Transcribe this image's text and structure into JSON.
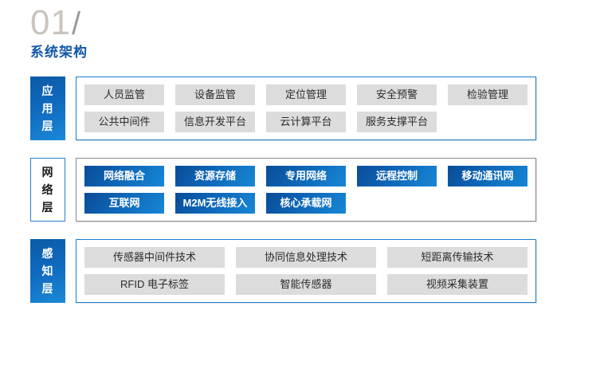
{
  "header": {
    "kicker_number": "01",
    "kicker_slash": "/",
    "title": "系统架构"
  },
  "colors": {
    "accent_blue": "#1358a8",
    "chip_blue_dark": "#0a4c97",
    "chip_blue_light": "#1787d6",
    "chip_gray": "#dcdcdc",
    "label_gray": "#c9c4bd",
    "border_blue": "#1a7fcd",
    "border_gray": "#8a8a8a"
  },
  "layers": [
    {
      "id": "application-layer",
      "label_chars": [
        "应",
        "用",
        "层"
      ],
      "label_text": "应用层",
      "label_style": "filled",
      "box_border": "blue-border",
      "chip_style": "gray",
      "columns": 5,
      "rows": [
        [
          "人员监管",
          "设备监管",
          "定位管理",
          "安全预警",
          "检验管理"
        ],
        [
          "公共中间件",
          "信息开发平台",
          "云计算平台",
          "服务支撑平台",
          ""
        ]
      ]
    },
    {
      "id": "network-layer",
      "label_chars": [
        "网",
        "络",
        "层"
      ],
      "label_text": "网络层",
      "label_style": "outlined",
      "box_border": "gray-border",
      "chip_style": "blue",
      "columns": 5,
      "rows": [
        [
          "网络融合",
          "资源存储",
          "专用网络",
          "远程控制",
          "移动通讯网"
        ],
        [
          "互联网",
          "M2M无线接入",
          "核心承载网",
          "",
          ""
        ]
      ]
    },
    {
      "id": "perception-layer",
      "label_chars": [
        "感",
        "知",
        "层"
      ],
      "label_text": "感知层",
      "label_style": "filled",
      "box_border": "blue-border",
      "chip_style": "gray",
      "columns": 3,
      "rows": [
        [
          "传感器中间件技术",
          "协同信息处理技术",
          "短距离传输技术"
        ],
        [
          "RFID 电子标签",
          "智能传感器",
          "视频采集装置"
        ]
      ]
    }
  ]
}
